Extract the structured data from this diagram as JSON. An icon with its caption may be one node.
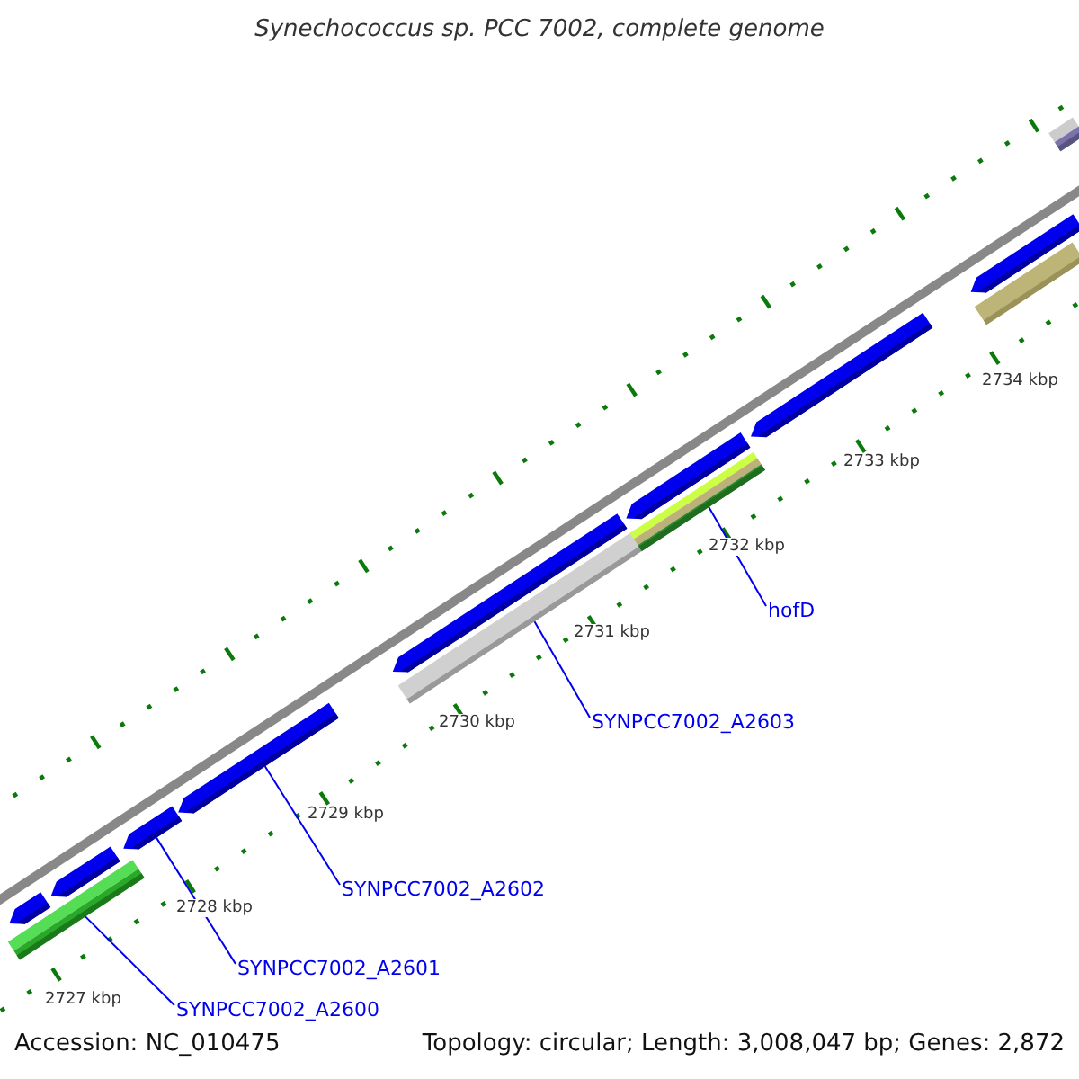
{
  "diagram": {
    "title": "Synechococcus sp. PCC 7002, complete genome",
    "nodes": [
      {
        "text": [
          "hofD"
        ]
      },
      {
        "text": [
          "SYNPCC7002_A2603"
        ]
      },
      {
        "text": [
          "SYNPCC7002_A2602"
        ]
      },
      {
        "text": [
          "SYNPCC7002_A2601"
        ]
      },
      {
        "text": [
          "SYNPCC7002_A2600"
        ]
      },
      {
        "text": [],
        "shape": "arrow"
      },
      {
        "text": [],
        "shape": "bar"
      },
      {
        "text": [],
        "shape": "arrow"
      },
      {
        "text": [],
        "shape": "arrow"
      },
      {
        "text": [],
        "shape": "arrow"
      },
      {
        "text": [],
        "shape": "arrow"
      },
      {
        "text": [],
        "shape": "bar"
      },
      {
        "text": [],
        "shape": "arrow"
      },
      {
        "text": [],
        "shape": "bar"
      },
      {
        "text": [],
        "shape": "arrow"
      },
      {
        "text": [],
        "shape": "arrow"
      },
      {
        "text": [],
        "shape": "bar"
      },
      {
        "text": [],
        "shape": "bar"
      }
    ],
    "edges": [
      {
        "from": 0,
        "to": 13,
        "arrow": "none"
      },
      {
        "from": 1,
        "to": 11,
        "arrow": "none"
      },
      {
        "from": 2,
        "to": 9,
        "arrow": "none"
      },
      {
        "from": 3,
        "to": 8,
        "arrow": "none"
      },
      {
        "from": 4,
        "to": 6,
        "arrow": "none"
      }
    ],
    "labels": [
      "2734 kbp",
      "2733 kbp",
      "2732 kbp",
      "2731 kbp",
      "2730 kbp",
      "2729 kbp",
      "2728 kbp",
      "2727 kbp",
      "Accession: NC_010475",
      "Topology: circular; Length: 3,008,047 bp; Genes: 2,872"
    ]
  }
}
